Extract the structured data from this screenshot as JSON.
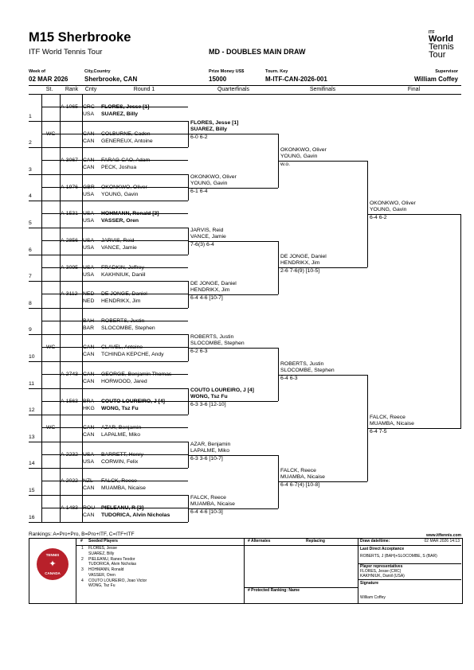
{
  "header": {
    "title": "M15 Sherbrooke",
    "subtitle": "ITF World Tennis Tour",
    "draw_title": "MD - DOUBLES MAIN DRAW",
    "logo_small": "ITF",
    "logo_line1": "World",
    "logo_line2": "Tennis",
    "logo_line3": "Tour"
  },
  "meta": {
    "week_label": "Week of",
    "week": "02 MAR 2026",
    "city_label": "City,Country",
    "city": "Sherbrooke, CAN",
    "prize_label": "Prize Money US$",
    "prize": "15000",
    "key_label": "Tourn. Key",
    "key": "M-ITF-CAN-2026-001",
    "supervisor_label": "Supervisor",
    "supervisor": "William Coffey"
  },
  "columns": {
    "st": "St.",
    "rank": "Rank",
    "cnty": "Cnty",
    "round1": "Round 1",
    "qf": "Quarterfinals",
    "sf": "Semifinals",
    "final": "Final"
  },
  "entries": [
    {
      "pos": "1",
      "st": "",
      "rank": "A-1065",
      "c1": "CRC",
      "p1": "FLORES, Jesse [1]",
      "c2": "USA",
      "p2": "SUAREZ, Billy",
      "bold": true
    },
    {
      "pos": "2",
      "st": "WC",
      "rank": "",
      "c1": "CAN",
      "p1": "COLBURNE, Caden",
      "c2": "CAN",
      "p2": "GENEREUX, Antoine",
      "bold": false
    },
    {
      "pos": "3",
      "st": "",
      "rank": "A-3067",
      "c1": "CAN",
      "p1": "FARAG-CAO, Adam",
      "c2": "CAN",
      "p2": "PECK, Joshua",
      "bold": false
    },
    {
      "pos": "4",
      "st": "",
      "rank": "A-1976",
      "c1": "GBR",
      "p1": "OKONKWO, Oliver",
      "c2": "USA",
      "p2": "YOUNG, Gavin",
      "bold": false
    },
    {
      "pos": "5",
      "st": "",
      "rank": "A-1531",
      "c1": "USA",
      "p1": "HOHMANN, Ronald [3]",
      "c2": "USA",
      "p2": "VASSER, Oren",
      "bold": true
    },
    {
      "pos": "6",
      "st": "",
      "rank": "A-2856",
      "c1": "USA",
      "p1": "JARVIS, Reid",
      "c2": "USA",
      "p2": "VANCE, Jamie",
      "bold": false
    },
    {
      "pos": "7",
      "st": "",
      "rank": "A-3095",
      "c1": "USA",
      "p1": "FRADKIN, Jeffrey",
      "c2": "USA",
      "p2": "KAKHNIUK, Daniil",
      "bold": false
    },
    {
      "pos": "8",
      "st": "",
      "rank": "A-3112",
      "c1": "NED",
      "p1": "DE JONGE, Daniel",
      "c2": "NED",
      "p2": "HENDRIKX, Jim",
      "bold": false
    },
    {
      "pos": "9",
      "st": "",
      "rank": "",
      "c1": "BAH",
      "p1": "ROBERTS, Justin",
      "c2": "BAR",
      "p2": "SLOCOMBE, Stephen",
      "bold": false
    },
    {
      "pos": "10",
      "st": "WC",
      "rank": "",
      "c1": "CAN",
      "p1": "CLAVEL, Antoine",
      "c2": "CAN",
      "p2": "TCHINDA KEPCHE, Andy",
      "bold": false
    },
    {
      "pos": "11",
      "st": "",
      "rank": "A-2743",
      "c1": "CAN",
      "p1": "GEORGE, Benjamin Thomas",
      "c2": "CAN",
      "p2": "HORWOOD, Jared",
      "bold": false
    },
    {
      "pos": "12",
      "st": "",
      "rank": "A-1563",
      "c1": "BRA",
      "p1": "COUTO LOUREIRO, J [4]",
      "c2": "HKG",
      "p2": "WONG, Tsz Fu",
      "bold": true
    },
    {
      "pos": "13",
      "st": "WC",
      "rank": "",
      "c1": "CAN",
      "p1": "AZAR, Benjamin",
      "c2": "CAN",
      "p2": "LAPALME, Miko",
      "bold": false
    },
    {
      "pos": "14",
      "st": "",
      "rank": "A-2232",
      "c1": "USA",
      "p1": "BARRETT, Henry",
      "c2": "USA",
      "p2": "CORWIN, Felix",
      "bold": false
    },
    {
      "pos": "15",
      "st": "",
      "rank": "A-2022",
      "c1": "NZL",
      "p1": "FALCK, Reece",
      "c2": "CAN",
      "p2": "MUAMBA, Nicaise",
      "bold": false
    },
    {
      "pos": "16",
      "st": "",
      "rank": "A-1483",
      "c1": "ROU",
      "p1": "PIELEANU, R [2]",
      "c2": "CAN",
      "p2": "TUDORICA, Alvin Nicholas",
      "bold": true
    }
  ],
  "qf": [
    {
      "p1": "FLORES, Jesse [1]",
      "p2": "SUAREZ, Billy",
      "score": "6-0 6-2",
      "bold": true
    },
    {
      "p1": "OKONKWO, Oliver",
      "p2": "YOUNG, Gavin",
      "score": "6-1 6-4",
      "bold": false
    },
    {
      "p1": "JARVIS, Reid",
      "p2": "VANCE, Jamie",
      "score": "7-6(3) 6-4",
      "bold": false
    },
    {
      "p1": "DE JONGE, Daniel",
      "p2": "HENDRIKX, Jim",
      "score": "6-4 4-6 [10-7]",
      "bold": false
    },
    {
      "p1": "ROBERTS, Justin",
      "p2": "SLOCOMBE, Stephen",
      "score": "6-2 6-3",
      "bold": false
    },
    {
      "p1": "COUTO LOUREIRO, J [4]",
      "p2": "WONG, Tsz Fu",
      "score": "6-3 3-6 [12-10]",
      "bold": true
    },
    {
      "p1": "AZAR, Benjamin",
      "p2": "LAPALME, Miko",
      "score": "6-3 3-6 [10-7]",
      "bold": false
    },
    {
      "p1": "FALCK, Reece",
      "p2": "MUAMBA, Nicaise",
      "score": "6-4 4-6 [10-3]",
      "bold": false
    }
  ],
  "sf": [
    {
      "p1": "OKONKWO, Oliver",
      "p2": "YOUNG, Gavin",
      "score": "w.o."
    },
    {
      "p1": "DE JONGE, Daniel",
      "p2": "HENDRIKX, Jim",
      "score": "2-6 7-6(9) [10-5]"
    },
    {
      "p1": "ROBERTS, Justin",
      "p2": "SLOCOMBE, Stephen",
      "score": "6-4 6-3"
    },
    {
      "p1": "FALCK, Reece",
      "p2": "MUAMBA, Nicaise",
      "score": "6-4 6-7(4) [10-8]"
    }
  ],
  "final": [
    {
      "p1": "OKONKWO, Oliver",
      "p2": "YOUNG, Gavin",
      "score": "6-4 6-2"
    },
    {
      "p1": "FALCK, Reece",
      "p2": "MUAMBA, Nicaise",
      "score": "6-4 7-5"
    }
  ],
  "footer": {
    "rankings": "Rankings: A=Pro+Pro, B=Pro+ITF, C=ITF+ITF",
    "website": "www.itftennis.com",
    "seeded_label": "Seeded Players",
    "hash": "#",
    "seeds": [
      {
        "n": "1",
        "a": "FLORES, Jesse",
        "b": "SUAREZ, Billy"
      },
      {
        "n": "2",
        "a": "PIELEANU, Ranes Teodor",
        "b": "TUDORICA, Alvin Nicholas"
      },
      {
        "n": "3",
        "a": "HOHMANN, Ronald",
        "b": "VASSER, Oren"
      },
      {
        "n": "4",
        "a": "COUTO LOUREIRO, Joao Victor",
        "b": "WONG, Tsz Fu"
      }
    ],
    "alternates_label": "# Alternates",
    "replacing_label": "Replacing",
    "protected_label": "# Protected Ranking: Name",
    "draw_date_label": "Draw date/time:",
    "draw_date": "02 MAR 2026 14:13",
    "lda_label": "Last Direct Acceptance",
    "lda": "ROBERTS, J (BAH)+SLOCOMBE, S (BAR)",
    "reps_label": "Player representatives",
    "rep1": "FLORES, Jesse (CRC)",
    "rep2": "KAKHNIUK, Daniil (USA)",
    "signature_label": "Signature",
    "signature": "William Coffey",
    "logo_top": "TENNIS",
    "logo_bottom": "CANADA"
  }
}
